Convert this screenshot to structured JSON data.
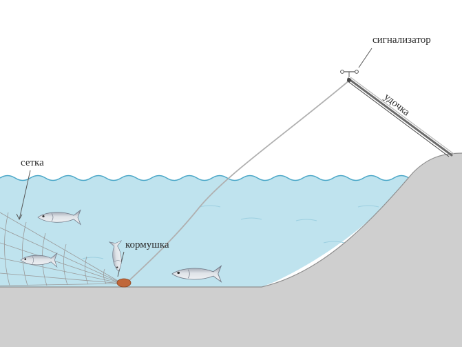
{
  "labels": {
    "signalizer": "сигнализатор",
    "rod": "удочка",
    "net": "сетка",
    "feeder": "кормушка"
  },
  "colors": {
    "water": "#bfe3ee",
    "water_waves": "#4aa7c8",
    "ground": "#cfcfcf",
    "line": "#b5b5b5",
    "net": "#9a9a9a",
    "feeder": "#c0673a",
    "fish_body": "#d9dde3",
    "fish_back": "#7f8896"
  },
  "icons": {
    "fish": "fish-icon",
    "bite_alarm": "bell-icon"
  }
}
